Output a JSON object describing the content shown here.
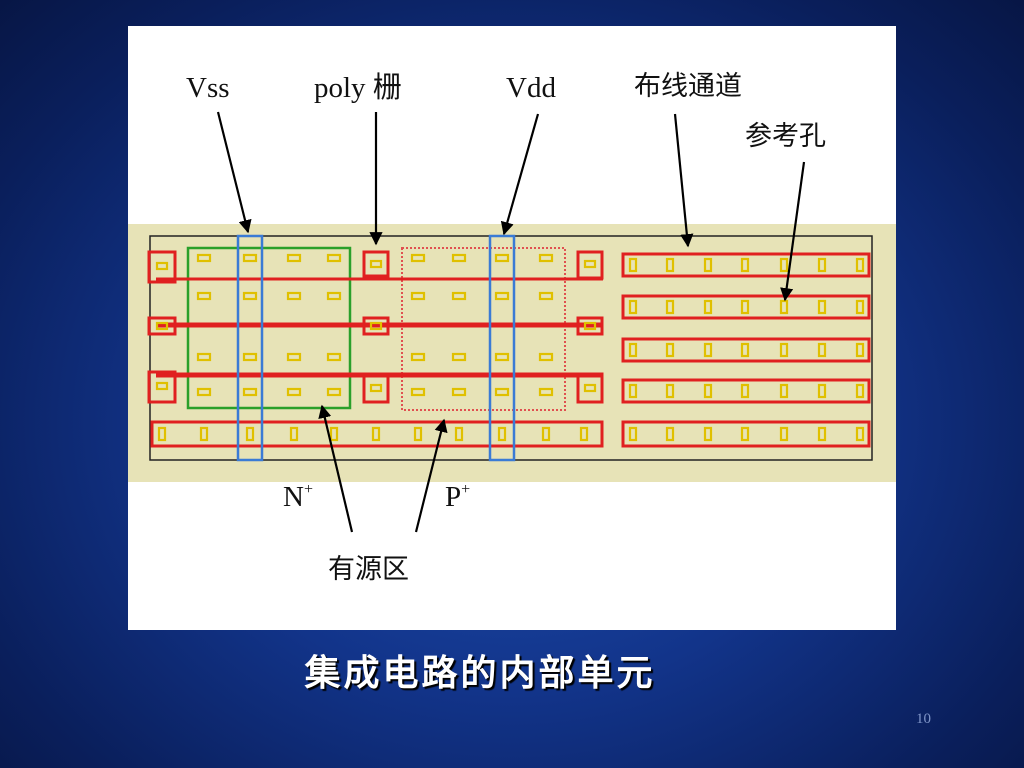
{
  "slide": {
    "title": "集成电路的内部单元",
    "page_number": "10"
  },
  "labels": {
    "vss": "Vss",
    "poly_gate": "poly 栅",
    "vdd": "Vdd",
    "routing_channel": "布线通道",
    "reference_hole": "参考孔",
    "n_plus_base": "N",
    "n_plus_sup": "+",
    "p_plus_base": "P",
    "p_plus_sup": "+",
    "active_region": "有源区"
  },
  "colors": {
    "background": "#0f2d80",
    "panel": "#ffffff",
    "cell_band": "#e7e3b7",
    "metal": "#e02020",
    "contact": "#e0c000",
    "poly": "#3a7bd5",
    "n_well": "#2aa02a",
    "p_well": "#e05050",
    "title_text": "#ffffff"
  }
}
